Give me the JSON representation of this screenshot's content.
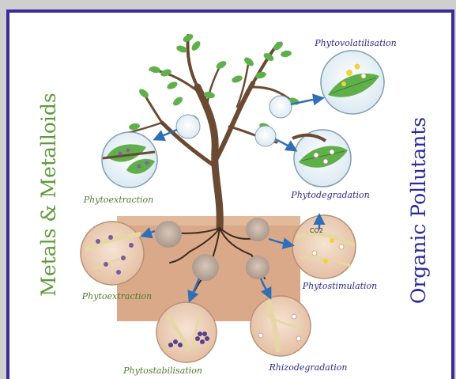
{
  "side_labels": {
    "left": "Metals & Metalloids",
    "right": "Organic Pollutants"
  },
  "processes": {
    "phytovolatilisation": "Phytovolatilisation",
    "phytodegradation": "Phytodegradation",
    "phytoextraction_leaf": "Phytoextraction",
    "phytoextraction_soil": "Phytoextraction",
    "phytostimulation": "Phytostimulation",
    "phytostabilisation": "Phytostabilisation",
    "rhizodegradation": "Rhizodegradation",
    "co2_label": "CO2"
  },
  "colors": {
    "frame_border": "#3b2a9a",
    "background": "#ffffff",
    "soil": "#d9a98a",
    "left_title": "#5f9a3a",
    "right_title": "#2a2a9a",
    "process_label_green": "#4e7d2c",
    "process_label_blue": "#2b2b8a",
    "arrow": "#2f6fb5",
    "leaf": "#5fb04b",
    "trunk": "#6b4a33"
  }
}
